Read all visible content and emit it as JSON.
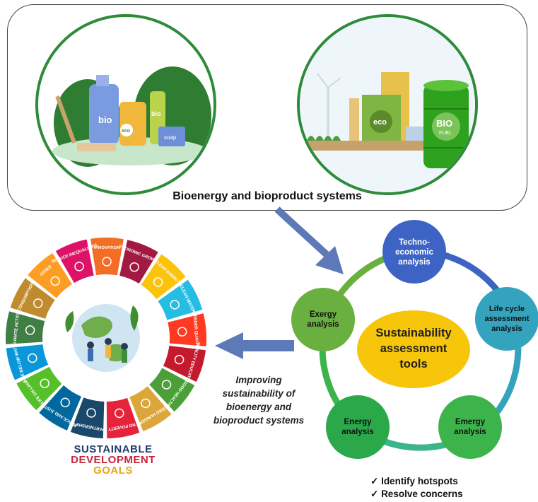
{
  "top_panel": {
    "caption": "Bioenergy and bioproduct systems"
  },
  "bioproducts": {
    "bottle_label": "bio",
    "bottle2_label": "bio",
    "tag_label": "eco",
    "soap_label": "soap"
  },
  "biofuel": {
    "factory_label": "eco",
    "barrel_label_1": "BIO",
    "barrel_label_2": "FUEL"
  },
  "cycle": {
    "center": [
      "Sustainability",
      "assessment",
      "tools"
    ],
    "nodes": [
      {
        "lines": [
          "Techno-",
          "economic",
          "analysis"
        ],
        "color": "#3d63c4"
      },
      {
        "lines": [
          "Life cycle",
          "assessment",
          "analysis"
        ],
        "color": "#33a3be"
      },
      {
        "lines": [
          "Emergy",
          "analysis"
        ],
        "color": "#3cb44b"
      },
      {
        "lines": [
          "Energy",
          "analysis"
        ],
        "color": "#2aa84a"
      },
      {
        "lines": [
          "Exergy",
          "analysis"
        ],
        "color": "#6ab041"
      }
    ]
  },
  "improving_caption": [
    "Improving",
    "sustainability  of",
    "bioenergy and",
    "bioproduct systems"
  ],
  "sdg": {
    "title_line1": "SUSTAINABLE",
    "title_line2": "DEVELOPMENT",
    "title_line3": "GOALS",
    "tiles": [
      {
        "label": "INNOVATION",
        "color": "#f36d25"
      },
      {
        "label": "ECONOMIC GROWTH",
        "color": "#a21942"
      },
      {
        "label": "CLEAN ENERGY",
        "color": "#fcc30b"
      },
      {
        "label": "CLEAN WATER",
        "color": "#26bde2"
      },
      {
        "label": "GENDER QUALITY",
        "color": "#ff3a21"
      },
      {
        "label": "QUALITY EDUCATION",
        "color": "#c5192d"
      },
      {
        "label": "GOOD HEALTH",
        "color": "#4c9f38"
      },
      {
        "label": "ZERO HUNGER",
        "color": "#dda63a"
      },
      {
        "label": "NO POVERTY",
        "color": "#e5243b"
      },
      {
        "label": "PARTNERSHIPS",
        "color": "#19486a"
      },
      {
        "label": "PEACE AND JUSTICE",
        "color": "#00689d"
      },
      {
        "label": "LIFE ON LAND",
        "color": "#56c02b"
      },
      {
        "label": "LIFE BELOW WATER",
        "color": "#0a97d9"
      },
      {
        "label": "CLIMATE ACTION",
        "color": "#3f7e44"
      },
      {
        "label": "CONSUMPTION",
        "color": "#bf8b2e"
      },
      {
        "label": "CITIES",
        "color": "#fd9d24"
      },
      {
        "label": "REDUCE INEQUALITIES",
        "color": "#dd1367"
      }
    ]
  },
  "checklist": [
    "Identify hotspots",
    "Resolve concerns"
  ]
}
